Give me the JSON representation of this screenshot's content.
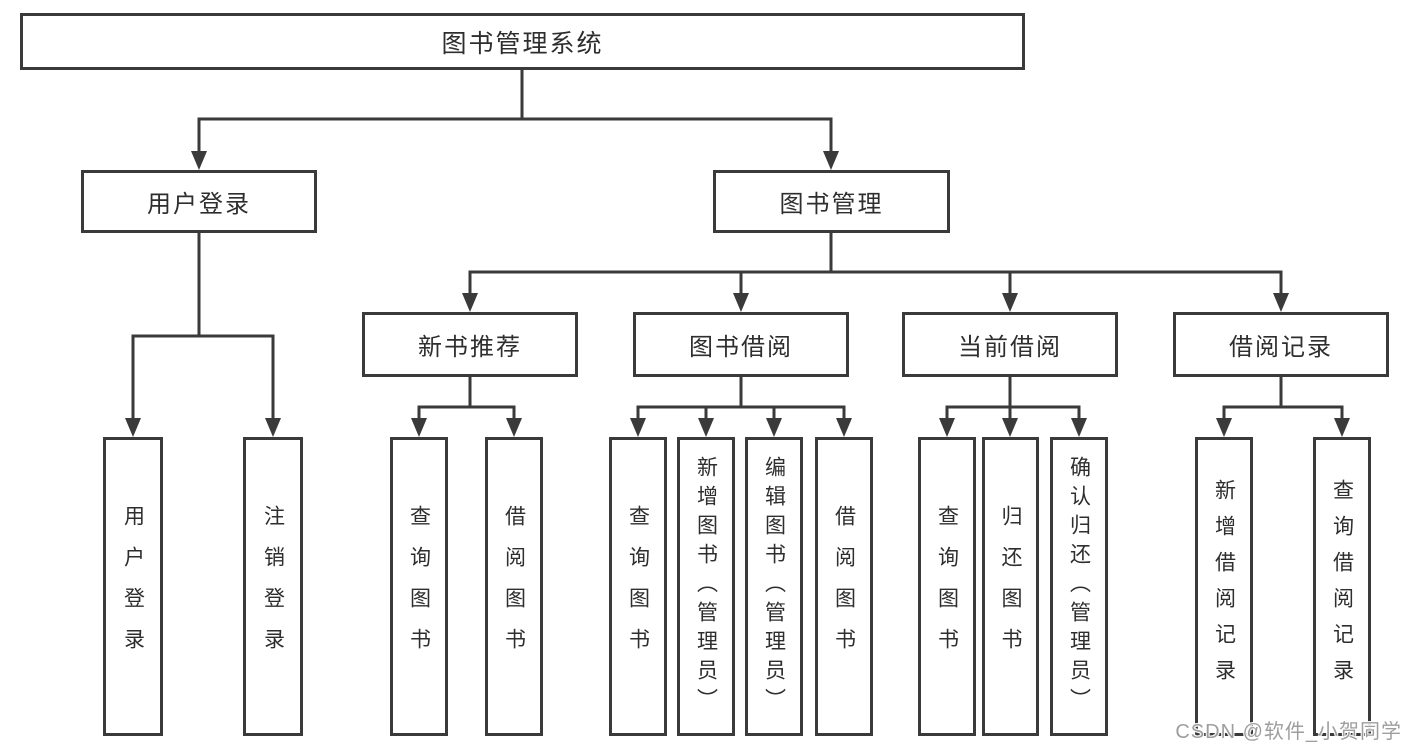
{
  "diagram": {
    "title": "图书管理系统",
    "nodes": {
      "root": {
        "label": "图书管理系统"
      },
      "user_login": {
        "label": "用户登录"
      },
      "book_management": {
        "label": "图书管理"
      },
      "new_book_recommend": {
        "label": "新书推荐"
      },
      "book_borrowing": {
        "label": "图书借阅"
      },
      "current_borrowing": {
        "label": "当前借阅"
      },
      "borrow_records": {
        "label": "借阅记录"
      }
    },
    "leaves": {
      "user_login": [
        {
          "label": "用户登录"
        },
        {
          "label": "注销登录"
        }
      ],
      "new_book_recommend": [
        {
          "label": "查询图书"
        },
        {
          "label": "借阅图书"
        }
      ],
      "book_borrowing": [
        {
          "label": "查询图书"
        },
        {
          "label": "新增图书（管理员）"
        },
        {
          "label": "编辑图书（管理员）"
        },
        {
          "label": "借阅图书"
        }
      ],
      "current_borrowing": [
        {
          "label": "查询图书"
        },
        {
          "label": "归还图书"
        },
        {
          "label": "确认归还（管理员）"
        }
      ],
      "borrow_records": [
        {
          "label": "新增借阅记录"
        },
        {
          "label": "查询借阅记录"
        }
      ]
    },
    "watermark": "CSDN @软件_小贺同学",
    "colors": {
      "line": "#3a3a3a",
      "text": "#2e2e2e",
      "watermark": "#9e9e9e",
      "background": "#ffffff"
    }
  }
}
